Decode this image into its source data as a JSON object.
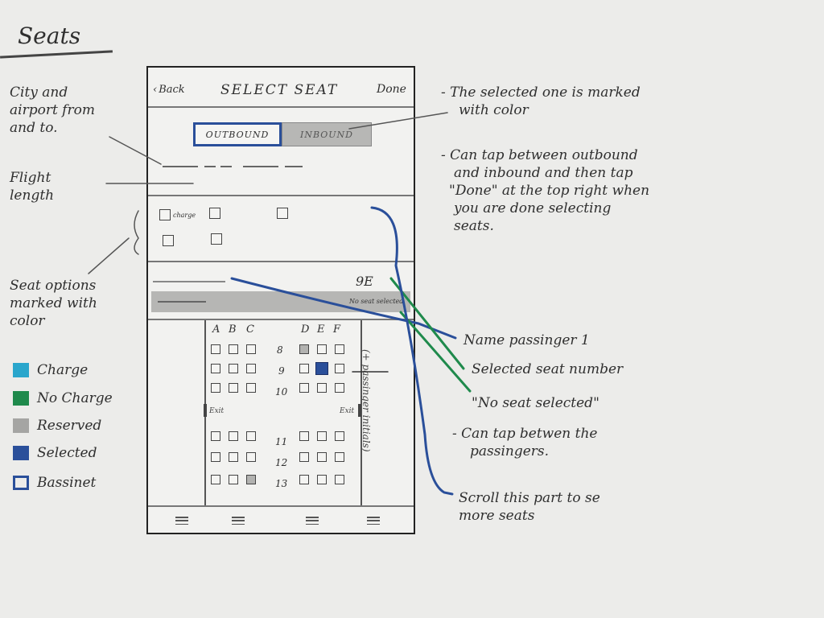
{
  "sketch": {
    "title": "Seats"
  },
  "phone": {
    "top_bar": {
      "back_label": "Back",
      "title": "SELECT SEAT",
      "done_label": "Done"
    },
    "toggle": {
      "outbound_label": "OUTBOUND",
      "inbound_label": "INBOUND",
      "selected": "OUTBOUND"
    },
    "seat_options": [
      {
        "label": "charge"
      },
      {
        "label": ""
      },
      {
        "label": ""
      },
      {
        "label": ""
      },
      {
        "label": ""
      }
    ],
    "passengers": [
      {
        "seat": "9E",
        "status": ""
      },
      {
        "seat": "",
        "status": "No seat selected"
      }
    ],
    "seat_map": {
      "columns_left": [
        "A",
        "B",
        "C"
      ],
      "columns_right": [
        "D",
        "E",
        "F"
      ],
      "rows": [
        "8",
        "9",
        "10",
        "11",
        "12",
        "13"
      ],
      "exit_label": "Exit",
      "exit_label_right": "Exit",
      "selected_seat": "9E",
      "side_note": "(+ passinger initials)"
    }
  },
  "annotations": {
    "route_note": [
      "City and",
      "airport from",
      "and to."
    ],
    "flight_length_note": [
      "Flight",
      "length"
    ],
    "seat_options_note": [
      "Seat options",
      "marked with",
      "color"
    ],
    "right_notes": [
      [
        "- The selected one is marked",
        "with color"
      ],
      [
        "- Can tap between outbound",
        "and inbound and then tap",
        "\"Done\" at the top right when",
        "you are done selecting",
        "seats."
      ],
      [
        "Name passinger 1"
      ],
      [
        "Selected seat number"
      ],
      [
        "\"No seat selected\""
      ],
      [
        "- Can tap betwen the",
        "passingers."
      ],
      [
        "Scroll this part to se",
        "more seats"
      ]
    ]
  },
  "legend": [
    {
      "label": "Charge",
      "color": "#2aa6cc",
      "style": "fill"
    },
    {
      "label": "No Charge",
      "color": "#1f8a4c",
      "style": "fill"
    },
    {
      "label": "Reserved",
      "color": "#a5a5a3",
      "style": "fill"
    },
    {
      "label": "Selected",
      "color": "#2a4f9a",
      "style": "fill"
    },
    {
      "label": "Bassinet",
      "color": "#2a4f9a",
      "style": "outline"
    }
  ]
}
